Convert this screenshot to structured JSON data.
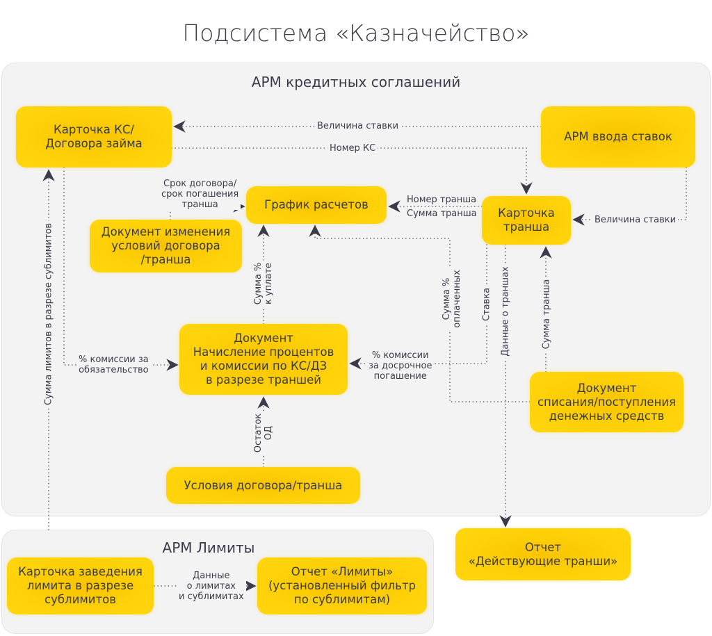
{
  "title": "Подсистема «Казначейство»",
  "panels": {
    "credit": "АРМ кредитных соглашений",
    "limits": "АРМ Лимиты"
  },
  "boxes": {
    "card_ks": "Карточка КС/\nДоговора займа",
    "rates_arm": "АРМ ввода ставок",
    "schedule": "График расчетов",
    "change_doc": "Документ изменения\nусловий договора\n/транша",
    "tranche_card": "Карточка\nтранша",
    "accrual_doc": "Документ\nНачисление процентов\nи комиссии по КС/ДЗ\nв разрезе траншей",
    "cash_doc": "Документ\nсписания/поступления\nденежных средств",
    "terms": "Условия договора/транша",
    "limit_card": "Карточка заведения\nлимита в разрезе\nсублимитов",
    "limits_report": "Отчет «Лимиты»\n(установленный фильтр\nпо сублимитам)",
    "tranches_report": "Отчет\n«Действующие транши»"
  },
  "labels": {
    "rate_value_1": "Величина ставки",
    "ks_number": "Номер КС",
    "rate_value_2": "Величина ставки",
    "tranche_number": "Номер транша",
    "tranche_sum": "Сумма транша",
    "term": "Срок договора/\nсрок погашения\nтранша",
    "interest_due": "Сумма %\nк уплате",
    "interest_paid": "Сумма %\nоплаченных",
    "rate": "Ставка",
    "tranche_data": "Данные о траншах",
    "tranche_sum_2": "Сумма транша",
    "early_fee": "% комиссии\nза досрочное\nпогашение",
    "commitment_fee": "% комиссии за\nобязательство",
    "balance": "Остаток\nОД",
    "sublimits_sum": "Сумма лимитов в разрезе сублимитов",
    "limits_data": "Данные\nо лимитах\nи сублимитах"
  }
}
